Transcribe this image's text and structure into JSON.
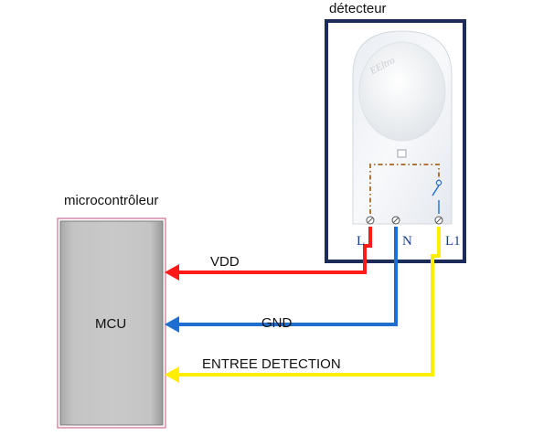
{
  "detector": {
    "title": "détecteur",
    "brand": "EEltro",
    "terminals": [
      "L",
      "N",
      "L1"
    ]
  },
  "mcu": {
    "title": "microcontrôleur",
    "label": "MCU"
  },
  "wires": [
    {
      "label": "VDD",
      "color": "#ff1a1a"
    },
    {
      "label": "GND",
      "color": "#1f6fd1"
    },
    {
      "label": "ENTREE DETECTION",
      "color": "#ffee00"
    }
  ]
}
